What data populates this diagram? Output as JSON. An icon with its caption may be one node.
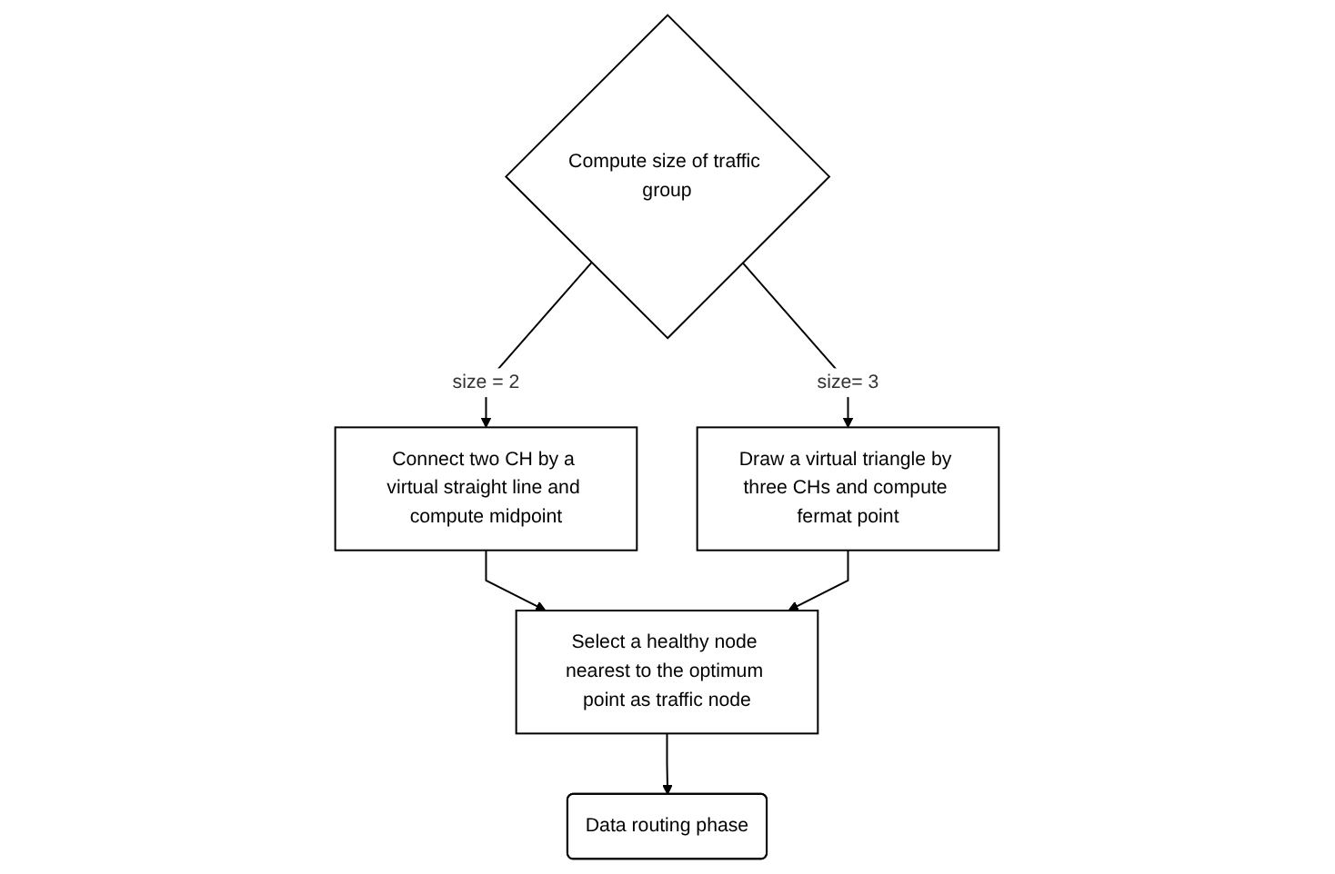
{
  "diagram": {
    "nodes": [
      {
        "text": [
          "Compute size of traffic group"
        ]
      },
      {
        "text": [
          "Connect two CH by a virtual straight line and compute midpoint"
        ]
      },
      {
        "text": [
          "Draw a virtual triangle by three CHs and compute fermat point"
        ]
      },
      {
        "text": [
          "Select a healthy node nearest to the optimum point as traffic node"
        ]
      },
      {
        "text": [
          "Data routing phase"
        ]
      }
    ],
    "edges": [
      {
        "from": 0,
        "to": 1,
        "arrow": "to",
        "label": "size = 2"
      },
      {
        "from": 0,
        "to": 2,
        "arrow": "to",
        "label": "size= 3"
      },
      {
        "from": 1,
        "to": 3,
        "arrow": "to"
      },
      {
        "from": 2,
        "to": 3,
        "arrow": "to"
      },
      {
        "from": 3,
        "to": 4,
        "arrow": "to"
      }
    ]
  }
}
